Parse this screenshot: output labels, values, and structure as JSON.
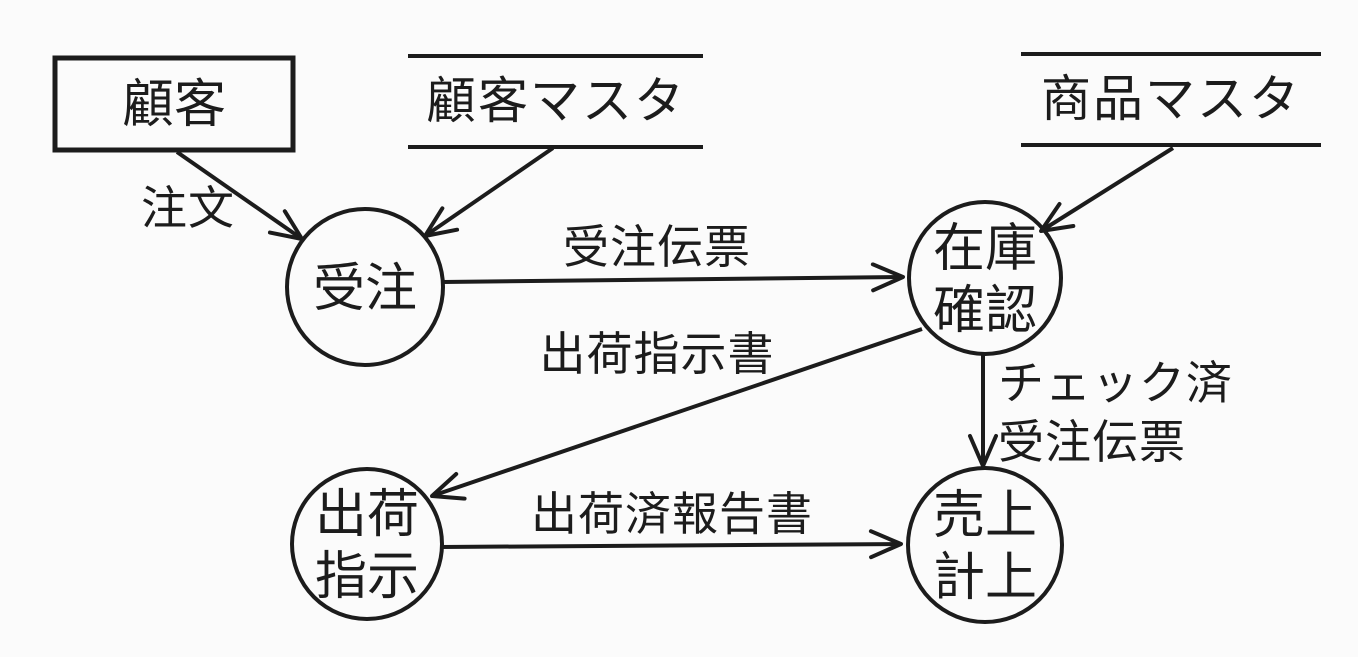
{
  "diagram": {
    "type": "data-flow-diagram",
    "ink_color": "#1c1c1c",
    "background_color": "#fbfbfb",
    "external_entity": {
      "label": "顧客"
    },
    "data_stores": [
      {
        "label": "顧客マスタ"
      },
      {
        "label": "商品マスタ"
      }
    ],
    "processes": [
      {
        "label": "受注",
        "lines": [
          "受注"
        ]
      },
      {
        "label": "在庫確認",
        "lines": [
          "在庫",
          "確認"
        ]
      },
      {
        "label": "出荷指示",
        "lines": [
          "出荷",
          "指示"
        ]
      },
      {
        "label": "売上計上",
        "lines": [
          "売上",
          "計上"
        ]
      }
    ],
    "flows": [
      {
        "from": "顧客",
        "to": "受注",
        "label": "注文"
      },
      {
        "from": "顧客マスタ",
        "to": "受注",
        "label": ""
      },
      {
        "from": "受注",
        "to": "在庫確認",
        "label": "受注伝票"
      },
      {
        "from": "商品マスタ",
        "to": "在庫確認",
        "label": ""
      },
      {
        "from": "在庫確認",
        "to": "出荷指示",
        "label": "出荷指示書"
      },
      {
        "from": "在庫確認",
        "to": "売上計上",
        "label": "チェック済受注伝票",
        "label_lines": [
          "チェック済",
          "受注伝票"
        ]
      },
      {
        "from": "出荷指示",
        "to": "売上計上",
        "label": "出荷済報告書"
      }
    ]
  }
}
